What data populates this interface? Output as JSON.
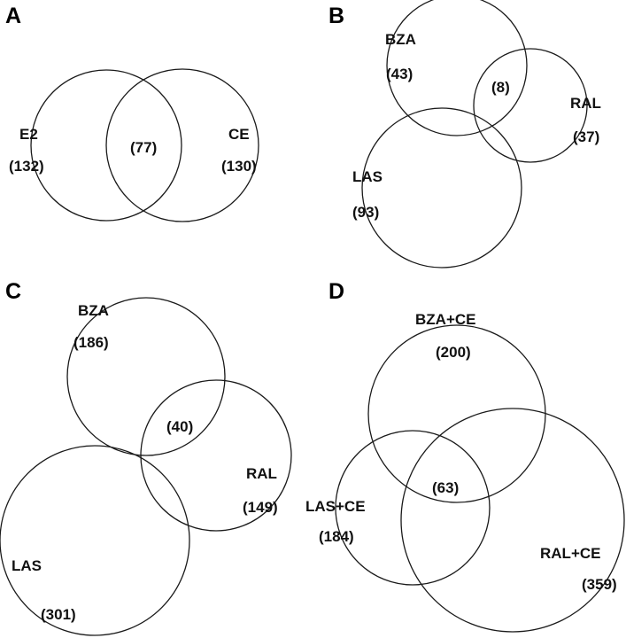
{
  "panels": {
    "a": {
      "letter": "A",
      "sets": [
        {
          "label": "E2",
          "count": "(132)"
        },
        {
          "label": "CE",
          "count": "(130)"
        }
      ],
      "intersection": "(77)"
    },
    "b": {
      "letter": "B",
      "sets": [
        {
          "label": "BZA",
          "count": "(43)"
        },
        {
          "label": "RAL",
          "count": "(37)"
        },
        {
          "label": "LAS",
          "count": "(93)"
        }
      ],
      "intersection": "(8)"
    },
    "c": {
      "letter": "C",
      "sets": [
        {
          "label": "BZA",
          "count": "(186)"
        },
        {
          "label": "RAL",
          "count": "(149)"
        },
        {
          "label": "LAS",
          "count": "(301)"
        }
      ],
      "intersection": "(40)"
    },
    "d": {
      "letter": "D",
      "sets": [
        {
          "label": "BZA+CE",
          "count": "(200)"
        },
        {
          "label": "LAS+CE",
          "count": "(184)"
        },
        {
          "label": "RAL+CE",
          "count": "(359)"
        }
      ],
      "intersection": "(63)"
    }
  }
}
